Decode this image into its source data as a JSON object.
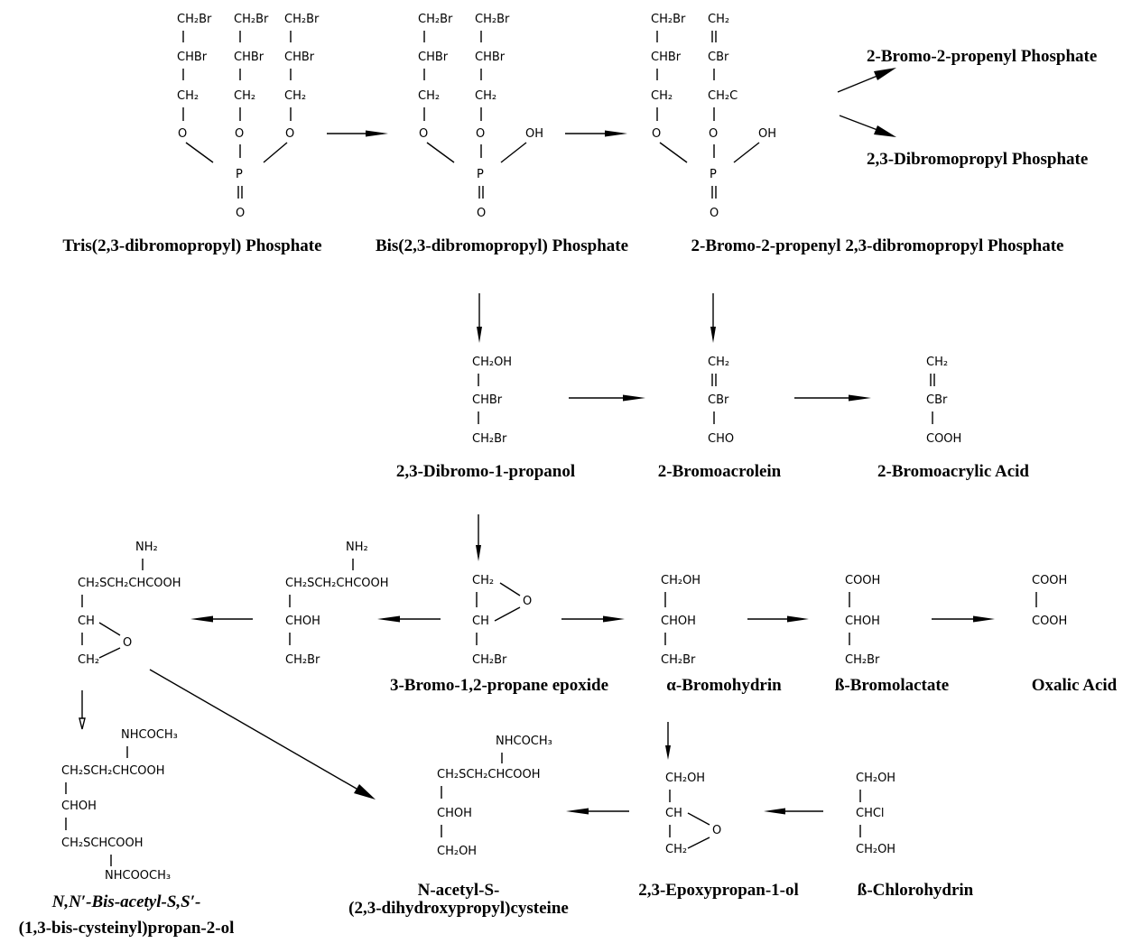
{
  "names": {
    "tris": "Tris(2,3-dibromopropyl) Phosphate",
    "bis": "Bis(2,3-dibromopropyl) Phosphate",
    "bromopropenyl_dbp": "2-Bromo-2-propenyl 2,3-dibromopropyl Phosphate",
    "bromopropenyl_phosphate": "2-Bromo-2-propenyl Phosphate",
    "dbp": "2,3-Dibromopropyl Phosphate",
    "dibromopropanol": "2,3-Dibromo-1-propanol",
    "bromoacrolein": "2-Bromoacrolein",
    "bromoacrylic": "2-Bromoacrylic Acid",
    "epoxide": "3-Bromo-1,2-propane epoxide",
    "bromohydrin": "α-Bromohydrin",
    "bromolactate": "ß-Bromolactate",
    "oxalic": "Oxalic Acid",
    "bis_acetyl_line1": "N,N′-Bis-acetyl-S,S′-",
    "bis_acetyl_line2": "(1,3-bis-cysteinyl)propan-2-ol",
    "acetylcys_line1": "N-acetyl-S-",
    "acetylcys_line2": "(2,3-dihydroxypropyl)cysteine",
    "epoxypropanol": "2,3-Epoxypropan-1-ol",
    "chlorohydrin": "ß-Chlorohydrin"
  },
  "atoms": {
    "ch2br": "CH₂Br",
    "chbr": "CHBr",
    "ch2": "CH₂",
    "o": "O",
    "p": "P",
    "oh": "OH",
    "cbr": "CBr",
    "ch2c": "CH₂C",
    "ch2oh": "CH₂OH",
    "cho": "CHO",
    "cooh": "COOH",
    "ch": "CH",
    "choh": "CHOH",
    "nh2": "NH₂",
    "cys_chain": "CH₂SCH₂CHCOOH",
    "nhcoch3": "NHCOCH₃",
    "ch2schcooh": "CH₂SCHCOOH",
    "nhcooch3": "NHCOOCH₃",
    "chcl": "CHCl"
  }
}
